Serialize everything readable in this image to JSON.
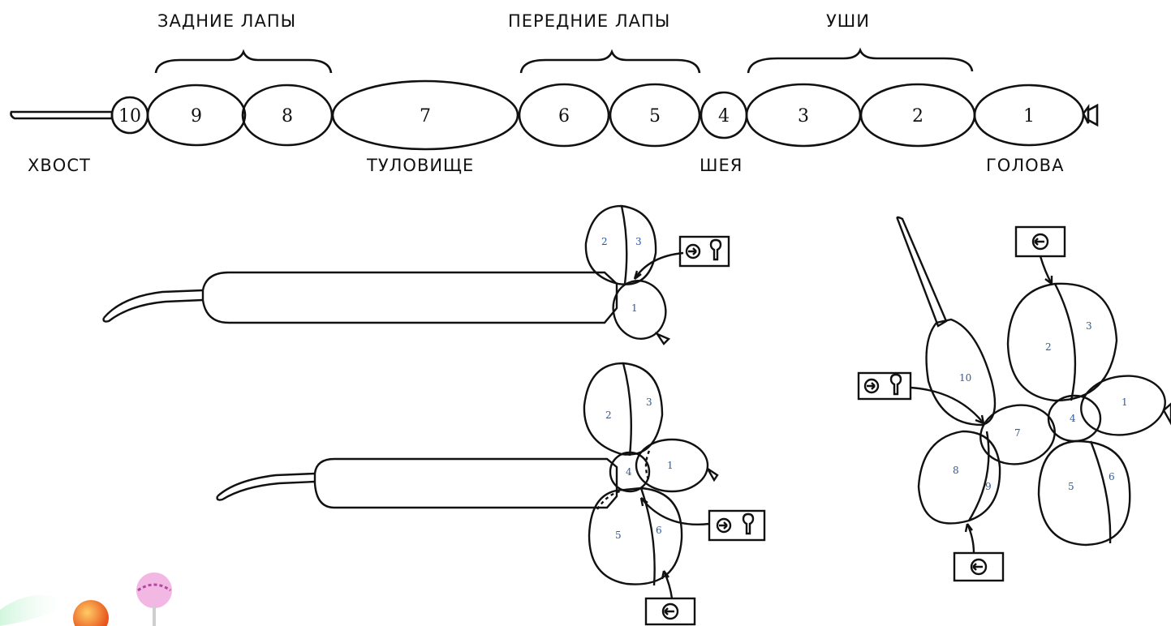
{
  "top_strip": {
    "group_labels": {
      "hind_legs": "ЗАДНИЕ ЛАПЫ",
      "front_legs": "ПЕРЕДНИЕ ЛАПЫ",
      "ears": "УШИ"
    },
    "part_labels": {
      "tail": "ХВОСТ",
      "body": "ТУЛОВИЩЕ",
      "neck": "ШЕЯ",
      "head": "ГОЛОВА"
    },
    "segments": [
      "10",
      "9",
      "8",
      "7",
      "6",
      "5",
      "4",
      "3",
      "2",
      "1"
    ]
  },
  "step1": {
    "bubbles": [
      "2",
      "3",
      "1"
    ],
    "twist_icon": "twist-lock-icon"
  },
  "step2": {
    "bubbles": [
      "2",
      "3",
      "4",
      "1",
      "5",
      "6"
    ],
    "twist_icons": [
      "twist-lock-icon",
      "twist-icon"
    ]
  },
  "step3": {
    "bubbles": [
      "10",
      "2",
      "3",
      "1",
      "4",
      "7",
      "8",
      "9",
      "5",
      "6"
    ],
    "twist_icons": [
      "twist-icon",
      "twist-lock-icon",
      "twist-icon"
    ]
  },
  "colors": {
    "ink": "#111111",
    "number_blue": "#2a5aa8"
  }
}
